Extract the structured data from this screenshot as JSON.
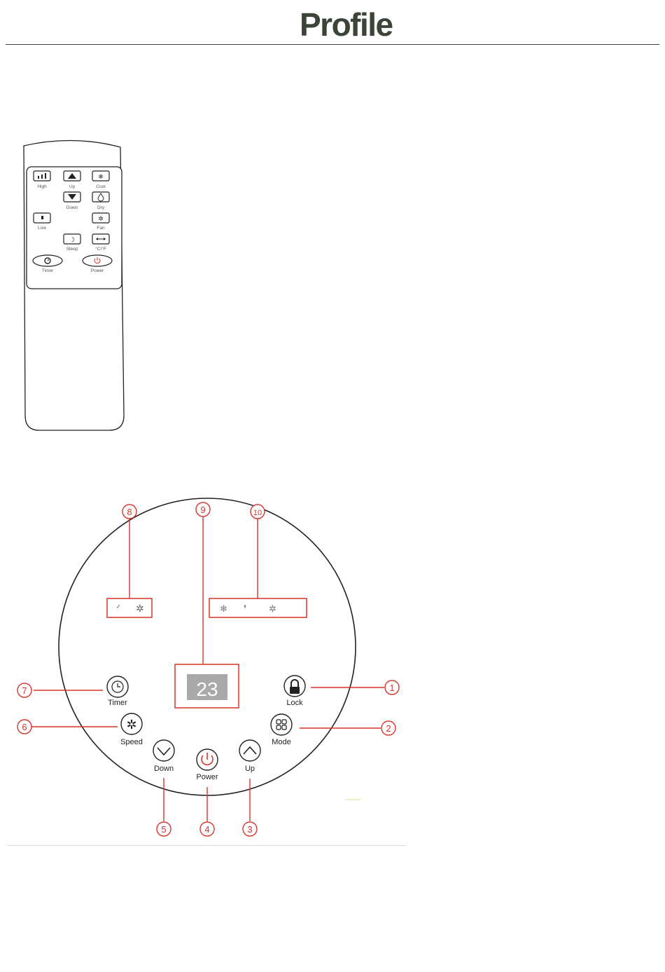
{
  "header": {
    "logo_text": "Profile"
  },
  "remote": {
    "buttons": {
      "high": "High",
      "up": "Up",
      "cool": "Cool",
      "down": "Down",
      "dry": "Dry",
      "low": "Low",
      "fan": "Fan",
      "sleep": "Sleep",
      "unit": "°C/°F",
      "timer": "Timer",
      "power": "Power"
    }
  },
  "control_panel": {
    "display_value": "23",
    "buttons": {
      "lock": "Lock",
      "mode": "Mode",
      "up": "Up",
      "power": "Power",
      "down": "Down",
      "speed": "Speed",
      "timer": "Timer"
    },
    "callouts": {
      "c1": "1",
      "c2": "2",
      "c3": "3",
      "c4": "4",
      "c5": "5",
      "c6": "6",
      "c7": "7",
      "c8": "8",
      "c9": "9",
      "c10": "10"
    },
    "colors": {
      "callout": "#d9342b",
      "outline": "#222222",
      "display_bg": "#a9a9a9"
    }
  }
}
